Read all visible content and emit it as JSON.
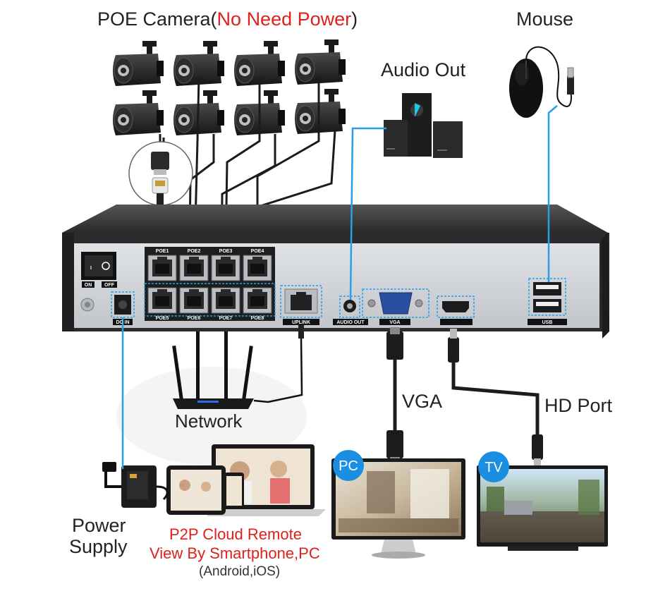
{
  "labels": {
    "poe_camera": "POE Camera(",
    "no_need_power": "No Need Power",
    "poe_camera_close": ")",
    "audio_out": "Audio Out",
    "mouse": "Mouse",
    "network": "Network",
    "vga": "VGA",
    "hd_port": "HD Port",
    "power_supply_1": "Power",
    "power_supply_2": "Supply",
    "p2p_1": "P2P Cloud Remote",
    "p2p_2": "View By Smartphone,PC",
    "p2p_3": "(Android,iOS)",
    "pc_badge": "PC",
    "tv_badge": "TV"
  },
  "nvr_ports": {
    "poe_top": [
      "POE1",
      "POE2",
      "POE3",
      "POE4"
    ],
    "poe_bottom": [
      "POE5",
      "POE6",
      "POE7",
      "POE8"
    ],
    "uplink": "UPLINK",
    "audio_out": "AUDIO OUT",
    "vga": "VGA",
    "usb": "USB",
    "dc_in": "DC IN",
    "on": "ON",
    "off": "OFF"
  },
  "colors": {
    "red_text": "#e0201b",
    "badge_blue": "#1a8ee0",
    "cable_blue": "#2a9ee8",
    "nvr_body": "#2b2b2b",
    "nvr_panel": "#cfd3d8"
  }
}
